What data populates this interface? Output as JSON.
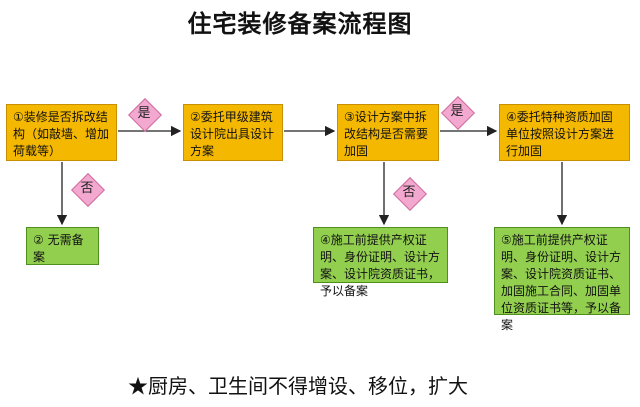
{
  "title": "住宅装修备案流程图",
  "steps": {
    "s1": "①装修是否拆改结构（如敲墙、增加荷载等）",
    "s2": "②委托甲级建筑设计院出具设计方案",
    "s3": "③设计方案中拆改结构是否需要加固",
    "s4": "④委托特种资质加固单位按照设计方案进行加固"
  },
  "results": {
    "r1": "② 无需备案",
    "r2": "④施工前提供产权证明、身份证明、设计方案、设计院资质证书，予以备案",
    "r3": "⑤施工前提供产权证明、身份证明、设计方案、设计院资质证书、加固施工合同、加固单位资质证书等，予以备案"
  },
  "labels": {
    "yes1": "是",
    "no1": "否",
    "yes2": "是",
    "no2": "否"
  },
  "note": "★厨房、卫生间不得增设、移位，扩大"
}
